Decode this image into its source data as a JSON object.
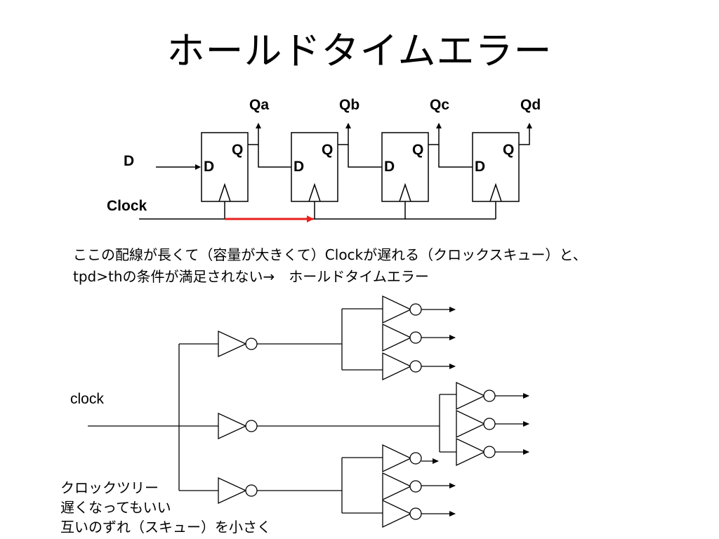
{
  "title": "ホールドタイムエラー",
  "ff_circuit": {
    "outputs": [
      "Qa",
      "Qb",
      "Qc",
      "Qd"
    ],
    "q_pin": "Q",
    "d_pin": "D",
    "input_label": "D",
    "clock_label": "Clock",
    "delay_color": "#e8201e"
  },
  "explanation": {
    "line1": "ここの配線が長くて（容量が大きくて）Clockが遅れる（クロックスキュー）と、",
    "line2": "tpd>thの条件が満足されない→　ホールドタイムエラー"
  },
  "clock_tree": {
    "input_label": "clock",
    "note": [
      "クロックツリー",
      "遅くなってもいい",
      "互いのずれ（スキュー）を小さく"
    ]
  }
}
